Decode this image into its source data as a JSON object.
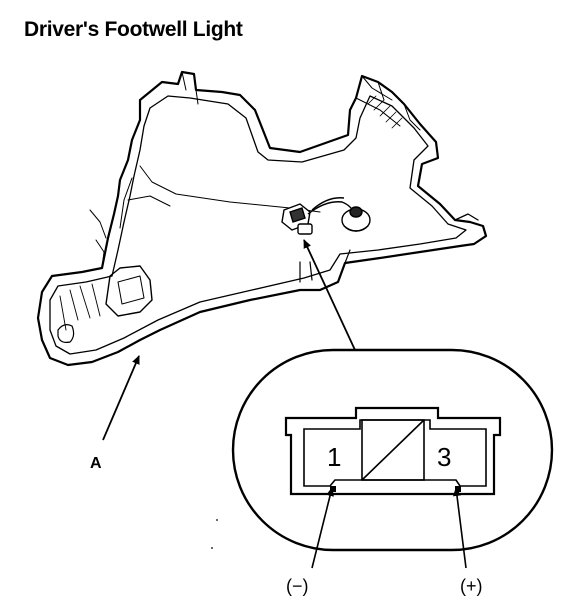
{
  "title": "Driver's Footwell Light",
  "callout_label": "A",
  "pins": {
    "pin1": "1",
    "pin3": "3"
  },
  "polarity": {
    "negative": "(−)",
    "positive": "(+)"
  }
}
